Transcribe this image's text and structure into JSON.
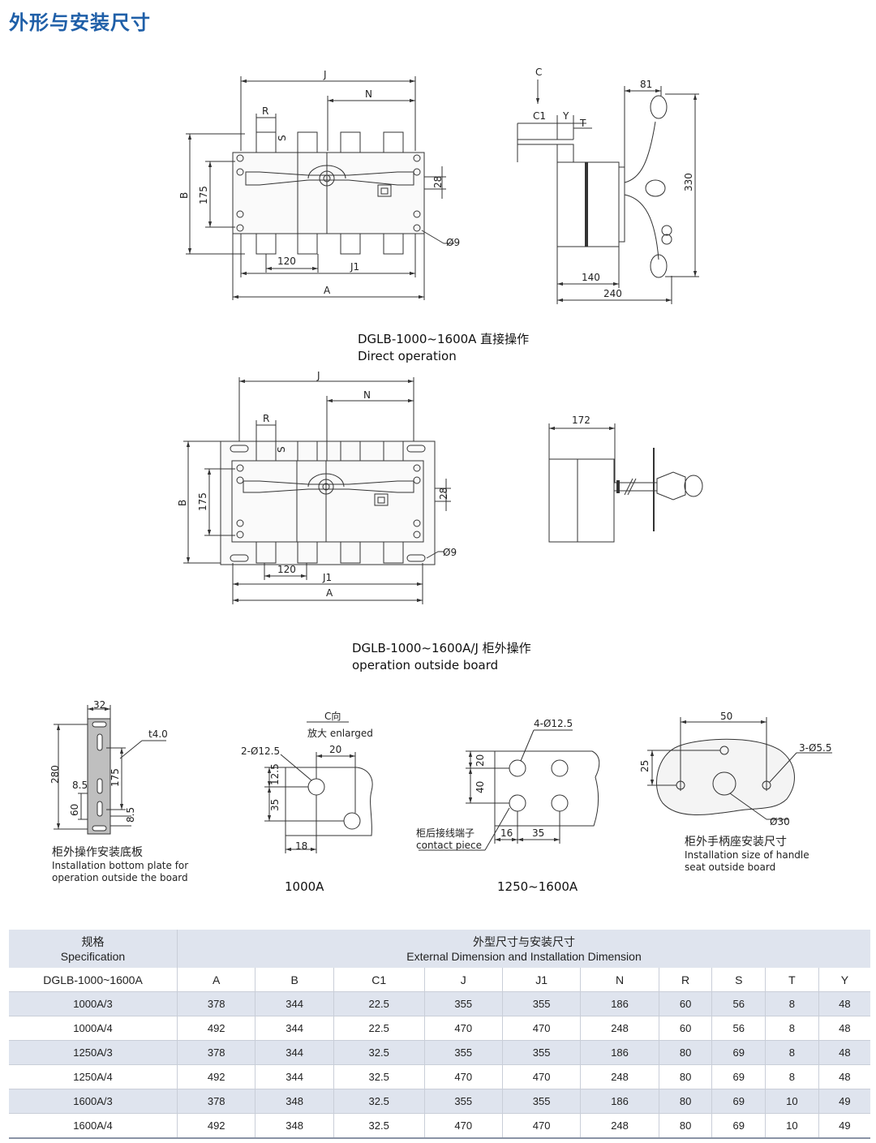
{
  "title": "外形与安装尺寸",
  "section1": {
    "caption_model": "DGLB-1000~1600A 直接操作",
    "caption_en": "Direct operation",
    "dims_front": {
      "J": "J",
      "N": "N",
      "R": "R",
      "S": "S",
      "B": "B",
      "h175": "175",
      "h28": "28",
      "d120": "120",
      "J1": "J1",
      "A": "A",
      "hole": "Ø9"
    },
    "dims_side": {
      "C": "C",
      "C1": "C1",
      "Y": "Y",
      "T": "T",
      "w81": "81",
      "h330": "330",
      "w140": "140",
      "w240": "240"
    }
  },
  "section2": {
    "caption_model": "DGLB-1000~1600A/J 柜外操作",
    "caption_en": "operation outside board",
    "dims_front": {
      "J": "J",
      "N": "N",
      "R": "R",
      "S": "S",
      "B": "B",
      "h175": "175",
      "h28": "28",
      "d120": "120",
      "J1": "J1",
      "A": "A",
      "hole": "Ø9"
    },
    "dims_side": {
      "w172": "172"
    }
  },
  "section3": {
    "plate": {
      "w32": "32",
      "t": "t4.0",
      "h280": "280",
      "h175": "175",
      "d85a": "8.5",
      "d60": "60",
      "d85b": "8.5",
      "cn": "柜外操作安装底板",
      "en1": "Installation bottom plate for",
      "en2": "operation outside the board"
    },
    "c_view": {
      "label": "C向",
      "enlarged": "放大  enlarged",
      "holes": "2-Ø12.5",
      "d20": "20",
      "d125": "12.5",
      "d35": "35",
      "d18": "18",
      "caption": "1000A"
    },
    "c_view2": {
      "holes": "4-Ø12.5",
      "d20": "20",
      "d40": "40",
      "d16": "16",
      "d35": "35",
      "contact_cn": "柜后接线端子",
      "contact_en": "contact piece",
      "caption": "1250~1600A"
    },
    "handle": {
      "d50": "50",
      "d25": "25",
      "holes": "3-Ø5.5",
      "d30": "Ø30",
      "cn": "柜外手柄座安装尺寸",
      "en1": "Installation size of handle",
      "en2": "seat outside board"
    }
  },
  "table": {
    "spec_cn": "规格",
    "spec_en": "Specification",
    "dim_cn": "外型尺寸与安装尺寸",
    "dim_en": "External Dimension and Installation Dimension",
    "model": "DGLB-1000~1600A",
    "columns": [
      "A",
      "B",
      "C1",
      "J",
      "J1",
      "N",
      "R",
      "S",
      "T",
      "Y"
    ],
    "rows": [
      {
        "spec": "1000A/3",
        "values": [
          "378",
          "344",
          "22.5",
          "355",
          "355",
          "186",
          "60",
          "56",
          "8",
          "48"
        ]
      },
      {
        "spec": "1000A/4",
        "values": [
          "492",
          "344",
          "22.5",
          "470",
          "470",
          "248",
          "60",
          "56",
          "8",
          "48"
        ]
      },
      {
        "spec": "1250A/3",
        "values": [
          "378",
          "344",
          "32.5",
          "355",
          "355",
          "186",
          "80",
          "69",
          "8",
          "48"
        ]
      },
      {
        "spec": "1250A/4",
        "values": [
          "492",
          "344",
          "32.5",
          "470",
          "470",
          "248",
          "80",
          "69",
          "8",
          "48"
        ]
      },
      {
        "spec": "1600A/3",
        "values": [
          "378",
          "348",
          "32.5",
          "355",
          "355",
          "186",
          "80",
          "69",
          "10",
          "49"
        ]
      },
      {
        "spec": "1600A/4",
        "values": [
          "492",
          "348",
          "32.5",
          "470",
          "470",
          "248",
          "80",
          "69",
          "10",
          "49"
        ]
      }
    ]
  }
}
